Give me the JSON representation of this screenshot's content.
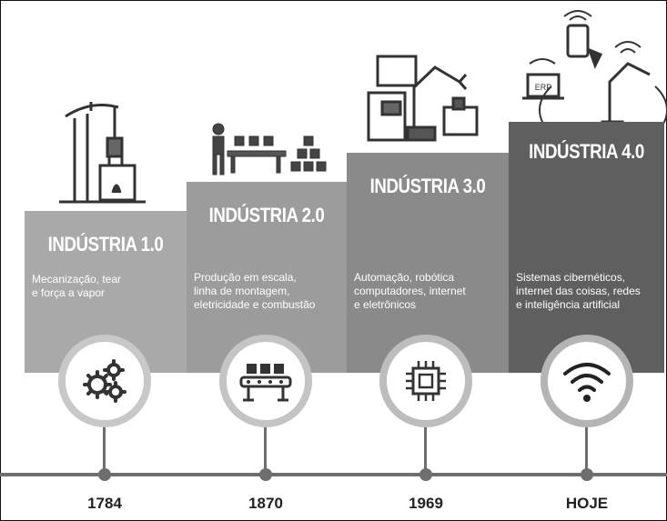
{
  "stages": [
    {
      "title": "INDÚSTRIA 1.0",
      "desc": [
        "Mecanização, tear",
        "e força a vapor"
      ],
      "year": "1784",
      "icon": "gears-icon",
      "color": "#a9a9a9"
    },
    {
      "title": "INDÚSTRIA 2.0",
      "desc": [
        "Produção em escala,",
        "linha de montagem,",
        "eletricidade e combustão"
      ],
      "year": "1870",
      "icon": "conveyor-belt-icon",
      "color": "#9c9c9c"
    },
    {
      "title": "INDÚSTRIA 3.0",
      "desc": [
        "Automação, robótica",
        "computadores, internet",
        "e eletrônicos"
      ],
      "year": "1969",
      "icon": "microchip-icon",
      "color": "#8a8a8a"
    },
    {
      "title": "INDÚSTRIA 4.0",
      "desc": [
        "Sistemas cibernéticos,",
        "internet das coisas, redes",
        "e inteligência artificial"
      ],
      "year": "HOJE",
      "icon": "wifi-icon",
      "color": "#5f5f5f"
    }
  ],
  "illustrations": {
    "stage4_badge": "ERP"
  }
}
